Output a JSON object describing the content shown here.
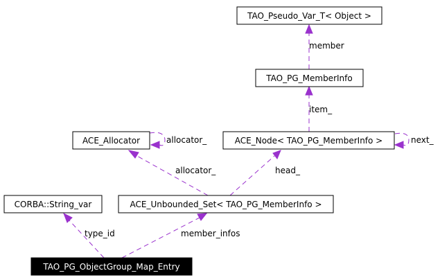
{
  "nodes": {
    "pseudo_var": "TAO_Pseudo_Var_T< Object >",
    "member_info": "TAO_PG_MemberInfo",
    "allocator": "ACE_Allocator",
    "ace_node": "ACE_Node< TAO_PG_MemberInfo >",
    "string_var": "CORBA::String_var",
    "unbounded_set": "ACE_Unbounded_Set< TAO_PG_MemberInfo >",
    "map_entry": "TAO_PG_ObjectGroup_Map_Entry"
  },
  "edges": {
    "member": "member",
    "item": "item_",
    "allocator_self": "allocator_",
    "next": "next_",
    "allocator": "allocator_",
    "head": "head_",
    "type_id": "type_id",
    "member_infos": "member_infos"
  },
  "colors": {
    "edge": "#9a32cd",
    "highlight_fill": "#000000",
    "highlight_text": "#ffffff"
  }
}
